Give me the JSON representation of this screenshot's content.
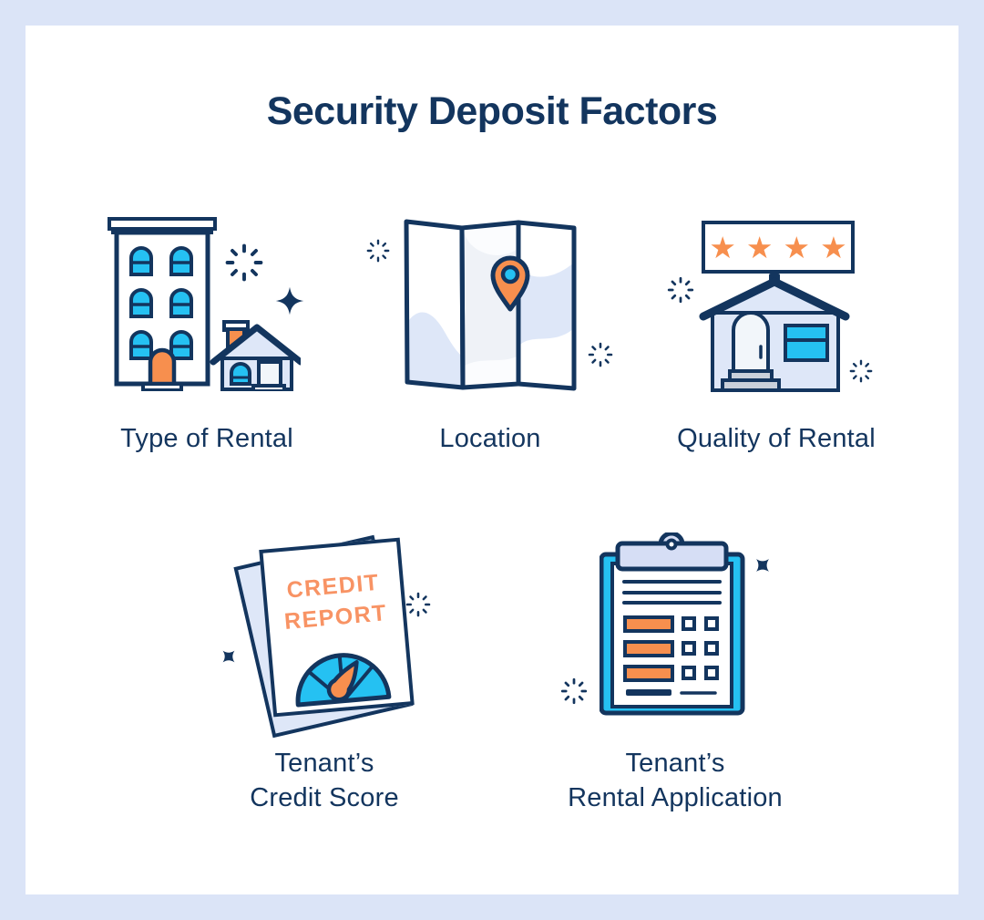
{
  "title": "Security Deposit Factors",
  "factors": [
    {
      "id": "type-of-rental",
      "label": "Type of Rental"
    },
    {
      "id": "location",
      "label": "Location"
    },
    {
      "id": "quality-of-rental",
      "label": "Quality of Rental"
    },
    {
      "id": "tenants-credit-score",
      "label": "Tenant’s\nCredit Score"
    },
    {
      "id": "tenants-rental-application",
      "label": "Tenant’s\nRental Application"
    }
  ],
  "quality_rating": {
    "count": 4,
    "stars_display": "★★★★"
  },
  "credit_report": {
    "document_title": "CREDIT\nREPORT"
  },
  "colors": {
    "navy": "#13355E",
    "cyan": "#25C1F2",
    "orange": "#F78F4E",
    "periwinkle": "#DEE7F8",
    "frame_background": "#DBE4F7",
    "card_background": "#FFFFFF"
  }
}
